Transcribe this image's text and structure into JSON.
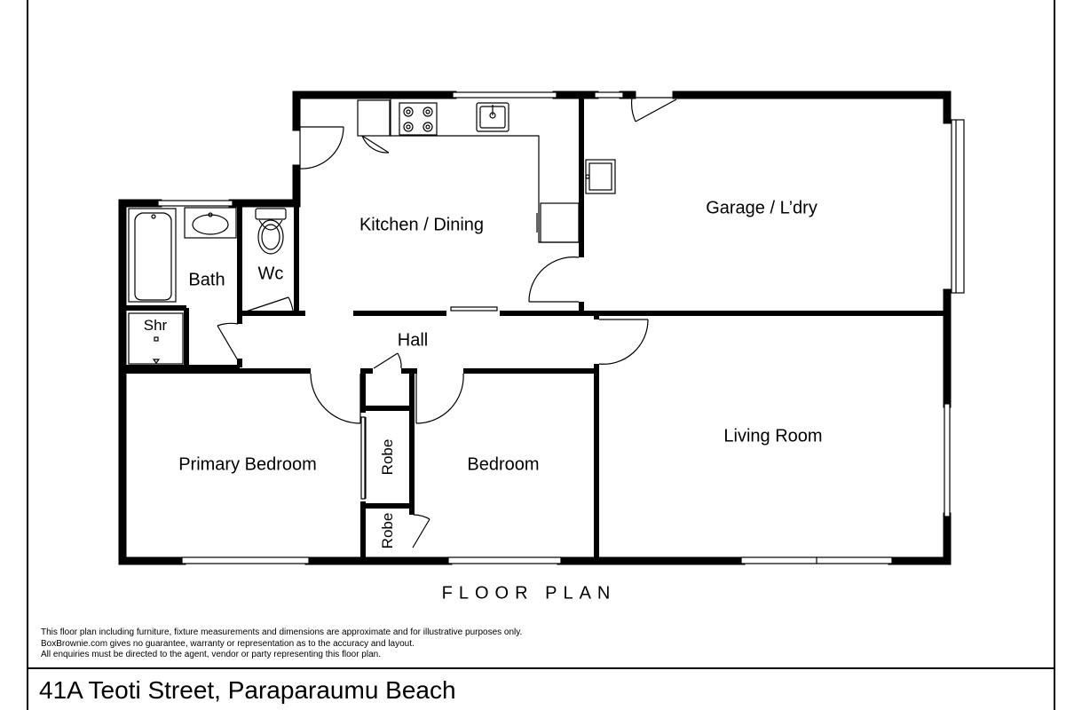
{
  "plan": {
    "rooms": {
      "kitchen": "Kitchen / Dining",
      "garage": "Garage / L’dry",
      "bath": "Bath",
      "wc": "Wc",
      "shower": "Shr",
      "hall": "Hall",
      "primary_bedroom": "Primary Bedroom",
      "bedroom": "Bedroom",
      "living": "Living Room",
      "robe_upper": "Robe",
      "robe_lower": "Robe"
    },
    "heading": "FLOOR PLAN"
  },
  "disclaimer": {
    "line1": "This floor plan including furniture, fixture measurements and dimensions are approximate and for illustrative purposes only.",
    "line2": "BoxBrownie.com gives no guarantee, warranty or representation as to the accuracy and layout.",
    "line3": "All enquiries must be directed to the agent, vendor or party representing this floor plan."
  },
  "address": "41A Teoti Street, Paraparaumu Beach"
}
